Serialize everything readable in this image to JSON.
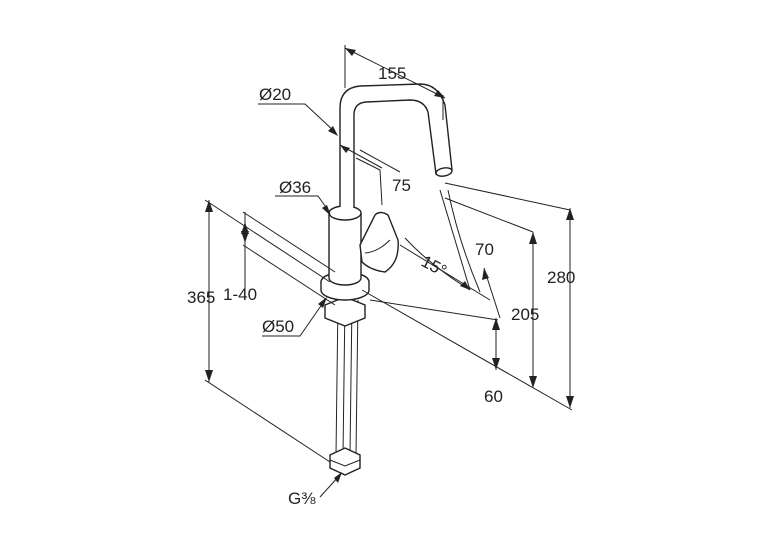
{
  "diagram": {
    "labels": {
      "width_155": "155",
      "dia_20": "Ø20",
      "dim_75": "75",
      "dia_36": "Ø36",
      "angle_15": "15°",
      "dim_70": "70",
      "dim_365": "365",
      "range_1_40": "1-40",
      "dia_50": "Ø50",
      "dim_205": "205",
      "dim_280": "280",
      "dim_60": "60",
      "thread_g38": "G⅜"
    },
    "colors": {
      "line": "#222222",
      "background": "#ffffff"
    }
  }
}
